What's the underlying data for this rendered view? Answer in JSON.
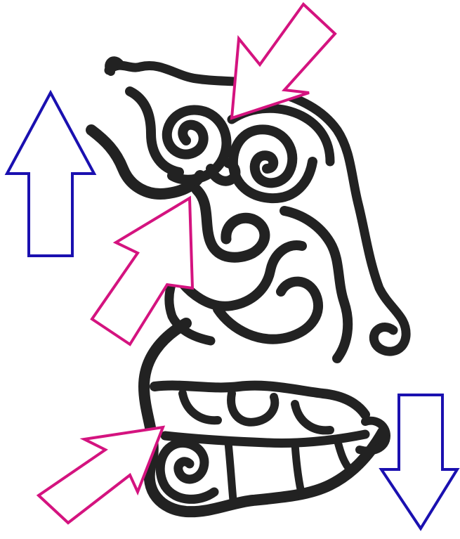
{
  "figure": {
    "glyph_name": "",
    "colors": {
      "background": "#ffffff",
      "glyph": "#222222",
      "up_down_arrows": "#1a10b0",
      "diagonal_arrows": "#d4137f"
    },
    "arrows": [
      {
        "id": "up",
        "color_role": "up_down_arrows",
        "direction": "up"
      },
      {
        "id": "down",
        "color_role": "up_down_arrows",
        "direction": "down"
      },
      {
        "id": "top-diagonal",
        "color_role": "diagonal_arrows",
        "direction": "down-left"
      },
      {
        "id": "middle-diagonal",
        "color_role": "diagonal_arrows",
        "direction": "up-right"
      },
      {
        "id": "bottom-diagonal",
        "color_role": "diagonal_arrows",
        "direction": "up-right"
      }
    ]
  }
}
